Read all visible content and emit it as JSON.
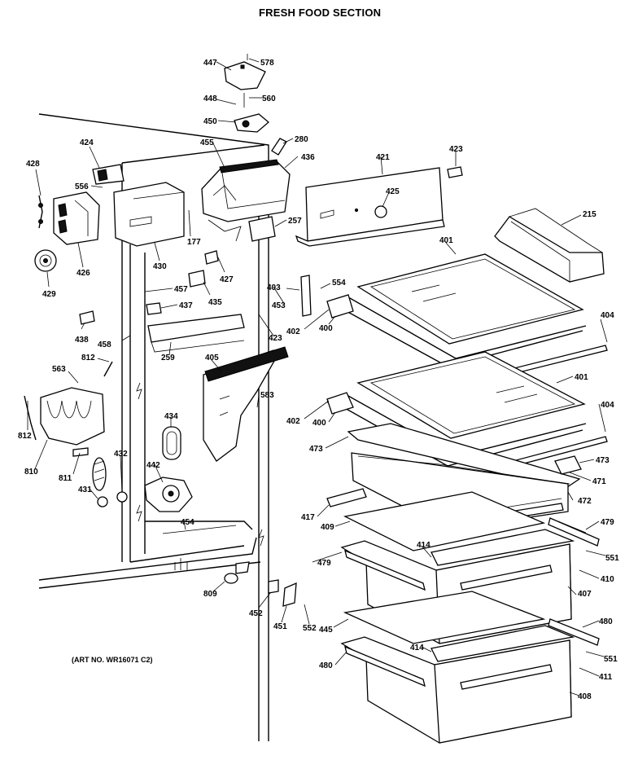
{
  "title": "FRESH FOOD SECTION",
  "art_no": "(ART NO. WR16071 C2)",
  "callouts": [
    {
      "id": "c578",
      "label": "578"
    },
    {
      "id": "c447",
      "label": "447"
    },
    {
      "id": "c560",
      "label": "560"
    },
    {
      "id": "c448",
      "label": "448"
    },
    {
      "id": "c450",
      "label": "450"
    },
    {
      "id": "c280",
      "label": "280"
    },
    {
      "id": "c455",
      "label": "455"
    },
    {
      "id": "c436",
      "label": "436"
    },
    {
      "id": "c421",
      "label": "421"
    },
    {
      "id": "c423a",
      "label": "423"
    },
    {
      "id": "c424",
      "label": "424"
    },
    {
      "id": "c428",
      "label": "428"
    },
    {
      "id": "c556",
      "label": "556"
    },
    {
      "id": "c425",
      "label": "425"
    },
    {
      "id": "c215",
      "label": "215"
    },
    {
      "id": "c257",
      "label": "257"
    },
    {
      "id": "c177",
      "label": "177"
    },
    {
      "id": "c426",
      "label": "426"
    },
    {
      "id": "c430",
      "label": "430"
    },
    {
      "id": "c427",
      "label": "427"
    },
    {
      "id": "c429",
      "label": "429"
    },
    {
      "id": "c401a",
      "label": "401"
    },
    {
      "id": "c457",
      "label": "457"
    },
    {
      "id": "c403",
      "label": "403"
    },
    {
      "id": "c554",
      "label": "554"
    },
    {
      "id": "c435",
      "label": "435"
    },
    {
      "id": "c437",
      "label": "437"
    },
    {
      "id": "c453",
      "label": "453"
    },
    {
      "id": "c438",
      "label": "438"
    },
    {
      "id": "c458",
      "label": "458"
    },
    {
      "id": "c402a",
      "label": "402"
    },
    {
      "id": "c400a",
      "label": "400"
    },
    {
      "id": "c423b",
      "label": "423"
    },
    {
      "id": "c404a",
      "label": "404"
    },
    {
      "id": "c259",
      "label": "259"
    },
    {
      "id": "c812a",
      "label": "812"
    },
    {
      "id": "c405",
      "label": "405"
    },
    {
      "id": "c563",
      "label": "563"
    },
    {
      "id": "c401b",
      "label": "401"
    },
    {
      "id": "c583",
      "label": "583"
    },
    {
      "id": "c404b",
      "label": "404"
    },
    {
      "id": "c812b",
      "label": "812"
    },
    {
      "id": "c434",
      "label": "434"
    },
    {
      "id": "c402b",
      "label": "402"
    },
    {
      "id": "c400b",
      "label": "400"
    },
    {
      "id": "c473a",
      "label": "473"
    },
    {
      "id": "c473b",
      "label": "473"
    },
    {
      "id": "c810",
      "label": "810"
    },
    {
      "id": "c811",
      "label": "811"
    },
    {
      "id": "c432",
      "label": "432"
    },
    {
      "id": "c442",
      "label": "442"
    },
    {
      "id": "c471",
      "label": "471"
    },
    {
      "id": "c431",
      "label": "431"
    },
    {
      "id": "c472",
      "label": "472"
    },
    {
      "id": "c417",
      "label": "417"
    },
    {
      "id": "c479a",
      "label": "479"
    },
    {
      "id": "c409",
      "label": "409"
    },
    {
      "id": "c454",
      "label": "454"
    },
    {
      "id": "c414a",
      "label": "414"
    },
    {
      "id": "c551a",
      "label": "551"
    },
    {
      "id": "c479b",
      "label": "479"
    },
    {
      "id": "c410",
      "label": "410"
    },
    {
      "id": "c407",
      "label": "407"
    },
    {
      "id": "c809",
      "label": "809"
    },
    {
      "id": "c452",
      "label": "452"
    },
    {
      "id": "c451",
      "label": "451"
    },
    {
      "id": "c552",
      "label": "552"
    },
    {
      "id": "c445",
      "label": "445"
    },
    {
      "id": "c480a",
      "label": "480"
    },
    {
      "id": "c414b",
      "label": "414"
    },
    {
      "id": "c551b",
      "label": "551"
    },
    {
      "id": "c480b",
      "label": "480"
    },
    {
      "id": "c411",
      "label": "411"
    },
    {
      "id": "c408",
      "label": "408"
    }
  ]
}
